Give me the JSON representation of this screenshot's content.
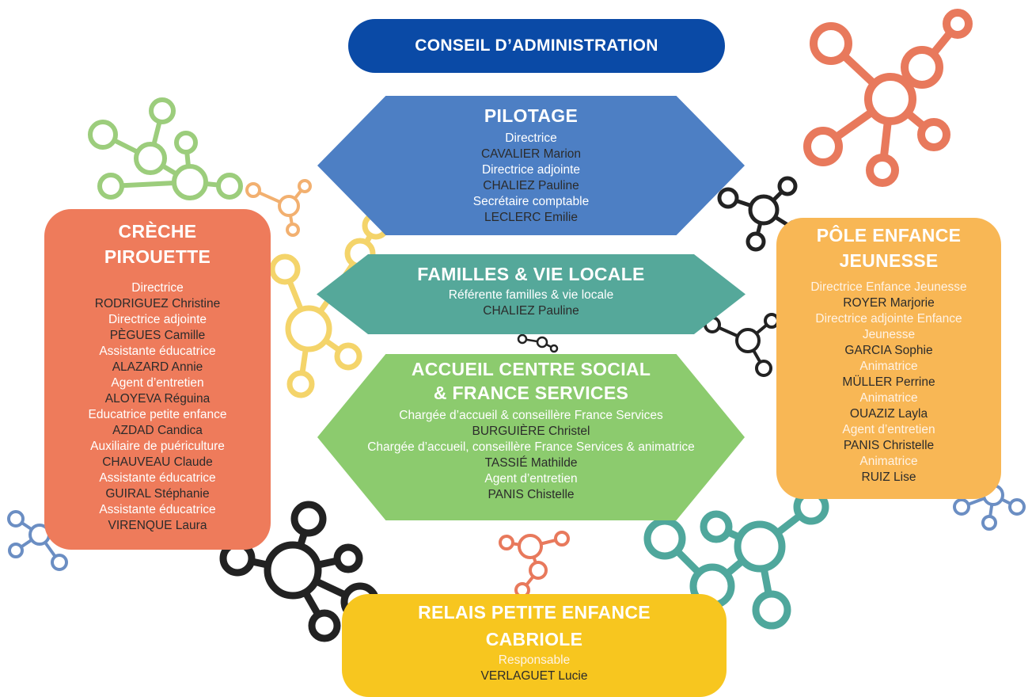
{
  "colors": {
    "conseil": "#0a4aa6",
    "pilotage": "#4d7fc4",
    "familles": "#55a89a",
    "accueil": "#8ccb6e",
    "creche": "#ee7b5b",
    "pole": "#f8b755",
    "relais": "#f7c61f"
  },
  "conseil": {
    "title": "CONSEIL D’ADMINISTRATION"
  },
  "pilotage": {
    "title": "PILOTAGE",
    "lines": [
      "Directrice",
      "CAVALIER Marion",
      "Directrice adjointe",
      "CHALIEZ Pauline",
      "Secrétaire comptable",
      "LECLERC Emilie"
    ]
  },
  "familles": {
    "title": "FAMILLES & VIE LOCALE",
    "lines": [
      "Référente familles & vie locale",
      "CHALIEZ Pauline"
    ]
  },
  "accueil": {
    "title_line1": "ACCUEIL CENTRE SOCIAL",
    "title_line2": "& FRANCE SERVICES",
    "lines": [
      "Chargée d’accueil & conseillère France Services",
      "BURGUIÈRE Christel",
      "Chargée d’accueil, conseillère France Services & animatrice",
      "TASSIÉ Mathilde",
      "Agent d’entretien",
      "PANIS Chistelle"
    ]
  },
  "creche": {
    "title_line1": "CRÈCHE",
    "title_line2": "PIROUETTE",
    "lines": [
      "Directrice",
      "RODRIGUEZ Christine",
      "Directrice adjointe",
      "PÈGUES Camille",
      "Assistante éducatrice",
      "ALAZARD Annie",
      "Agent d’entretien",
      "ALOYEVA Réguina",
      "Educatrice petite enfance",
      "AZDAD Candica",
      "Auxiliaire de puériculture",
      "CHAUVEAU Claude",
      "Assistante éducatrice",
      "GUIRAL Stéphanie",
      "Assistante éducatrice",
      "VIRENQUE Laura"
    ]
  },
  "pole": {
    "title_line1": "PÔLE ENFANCE",
    "title_line2": "JEUNESSE",
    "lines": [
      "Directrice Enfance Jeunesse",
      "ROYER Marjorie",
      "Directrice adjointe Enfance",
      "Jeunesse",
      "GARCIA Sophie",
      "Animatrice",
      "MÜLLER Perrine",
      "Animatrice",
      "OUAZIZ Layla",
      "Agent d’entretien",
      "PANIS Christelle",
      "Animatrice",
      "RUIZ Lise"
    ]
  },
  "relais": {
    "title_line1": "RELAIS PETITE ENFANCE",
    "title_line2": "CABRIOLE",
    "lines": [
      "Responsable",
      "VERLAGUET Lucie"
    ]
  }
}
